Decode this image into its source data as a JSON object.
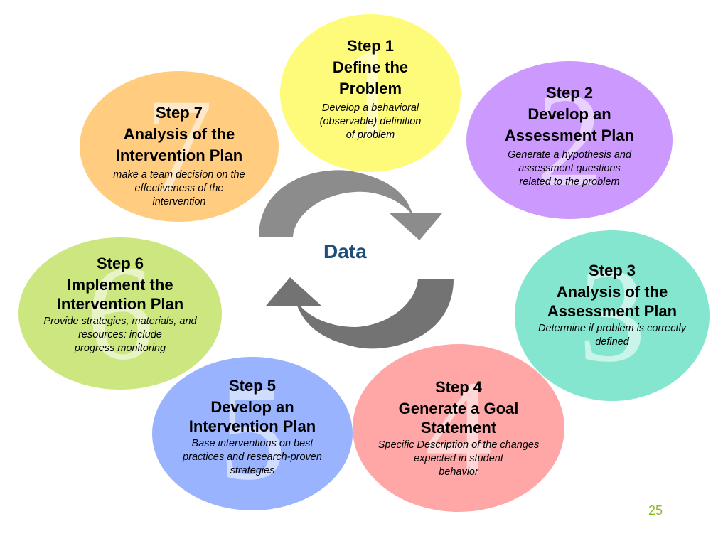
{
  "center": {
    "label": "Data"
  },
  "page_number": "25",
  "colors": {
    "step1": "#fffb7a",
    "step2": "#cc99ff",
    "step3": "#85e6cf",
    "step4": "#ffa6a6",
    "step5": "#99b3ff",
    "step6": "#cce680",
    "step7": "#ffcc80",
    "arrow_dark": "#737373",
    "arrow_light": "#8c8c8c",
    "center_text": "#1f4e79",
    "page_number": "#8bb81f"
  },
  "steps": [
    {
      "number": "1",
      "step": "Step 1",
      "title": [
        "Define the",
        "Problem"
      ],
      "description": [
        "Develop a behavioral",
        "(observable) definition",
        "of problem"
      ]
    },
    {
      "number": "2",
      "step": "Step 2",
      "title": [
        "Develop an",
        "Assessment Plan"
      ],
      "description": [
        "Generate a hypothesis and",
        "assessment questions",
        "related to the problem"
      ]
    },
    {
      "number": "3",
      "step": "Step 3",
      "title": [
        "Analysis of the",
        "Assessment Plan"
      ],
      "description": [
        "Determine if problem is correctly",
        "defined"
      ]
    },
    {
      "number": "4",
      "step": "Step 4",
      "title": [
        "Generate a Goal",
        "Statement"
      ],
      "description": [
        "Specific Description of the changes",
        "expected in student",
        "behavior"
      ]
    },
    {
      "number": "5",
      "step": "Step 5",
      "title": [
        "Develop an",
        "Intervention Plan"
      ],
      "description": [
        "Base interventions on best",
        "practices and research-proven",
        "strategies"
      ]
    },
    {
      "number": "6",
      "step": "Step 6",
      "title": [
        "Implement the",
        "Intervention Plan"
      ],
      "description": [
        "Provide strategies, materials, and",
        "resources: include",
        "progress monitoring"
      ]
    },
    {
      "number": "7",
      "step": "Step 7",
      "title": [
        "Analysis of the",
        "Intervention Plan"
      ],
      "description": [
        "make a team decision on the",
        "effectiveness of the",
        "intervention"
      ]
    }
  ]
}
